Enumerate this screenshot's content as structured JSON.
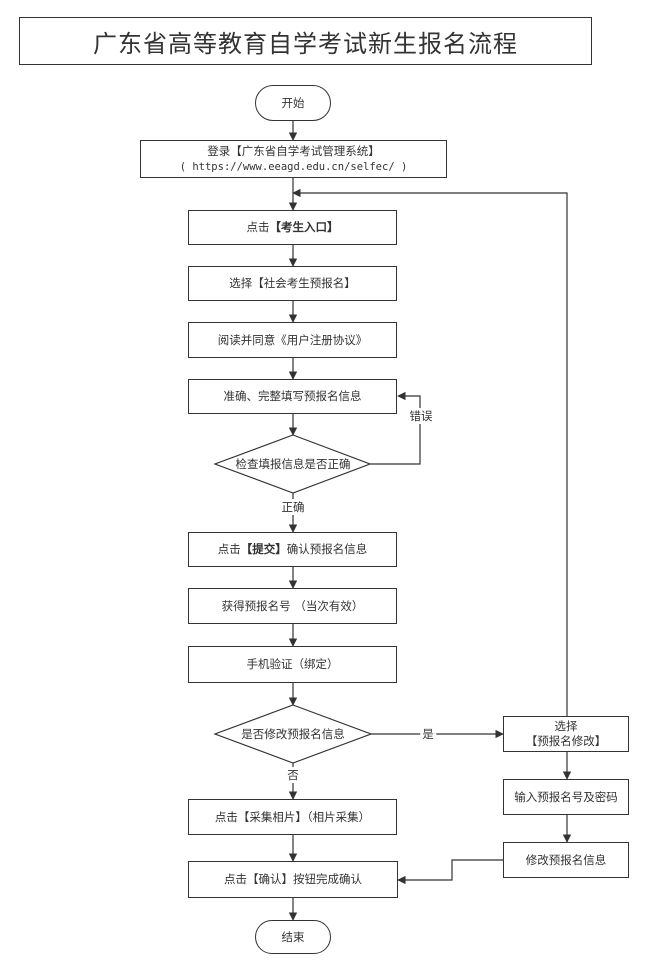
{
  "title": "广东省高等教育自学考试新生报名流程",
  "nodes": {
    "start": "开始",
    "login_line1": "登录【广东省自学考试管理系统】",
    "login_line2": "( https://www.eeagd.edu.cn/selfec/ )",
    "click_entry_prefix": "点击",
    "click_entry_bold": "【考生入口】",
    "select_social": "选择【社会考生预报名】",
    "read_agree": "阅读并同意《用户注册协议》",
    "fill_info": "准确、完整填写预报名信息",
    "check_info": "检查填报信息是否正确",
    "submit_prefix": "点击",
    "submit_bold": "【提交】",
    "submit_suffix": "确认预报名信息",
    "get_number": "获得预报名号 （当次有效）",
    "phone_verify": "手机验证（绑定）",
    "modify_question": "是否修改预报名信息",
    "photo": "点击【采集相片】（相片采集）",
    "confirm": "点击【确认】按钮完成确认",
    "end": "结束",
    "select_modify_line1": "选择",
    "select_modify_line2": "【预报名修改】",
    "input_number": "输入预报名号及密码",
    "modify_info": "修改预报名信息"
  },
  "edge_labels": {
    "wrong": "错误",
    "correct": "正确",
    "yes": "是",
    "no": "否"
  }
}
